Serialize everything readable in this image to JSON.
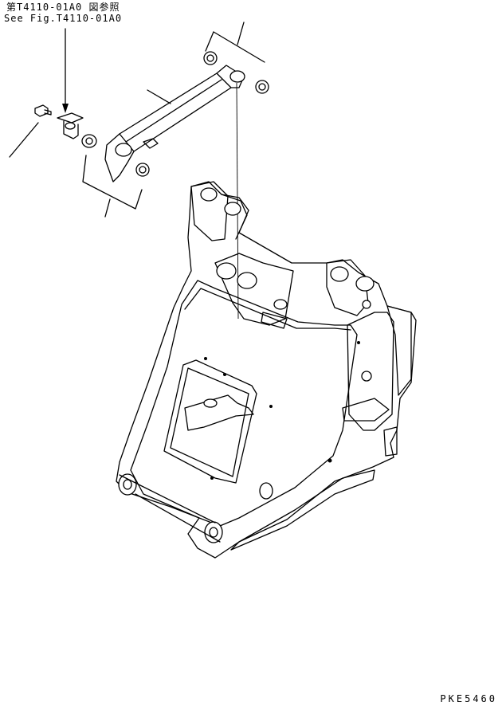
{
  "reference": {
    "japanese": "第T4110-01A0 図参照",
    "english": "See Fig.T4110-01A0"
  },
  "drawing_code": "PKE5460",
  "parts": [
    {
      "name": "grease-fitting"
    },
    {
      "name": "pin"
    },
    {
      "name": "bushing-left"
    },
    {
      "name": "bushing-right"
    },
    {
      "name": "hydraulic-cylinder"
    },
    {
      "name": "bushing-top-left"
    },
    {
      "name": "bushing-top-right"
    },
    {
      "name": "front-frame"
    }
  ]
}
